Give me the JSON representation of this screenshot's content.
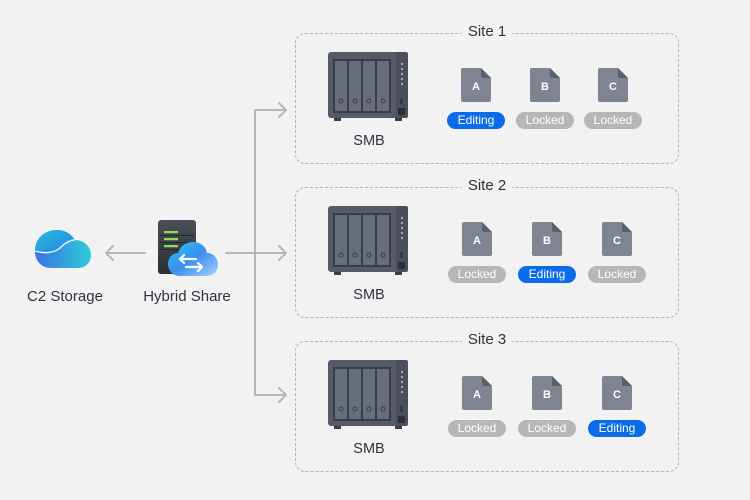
{
  "colors": {
    "background": "#f2f2f2",
    "connector": "#b7b7b7",
    "site_border": "#b3b3b3",
    "editing": "#0a6ce8",
    "locked": "#b7b7b7",
    "file_icon": "#7e8590",
    "nas_body": "#525863"
  },
  "nodes": {
    "c2_storage": {
      "label": "C2 Storage",
      "icon": "cloud-storage-icon"
    },
    "hybrid_share": {
      "label": "Hybrid Share",
      "icon": "hybrid-share-server-icon"
    }
  },
  "sites": [
    {
      "title": "Site 1",
      "server_label": "SMB",
      "files": [
        {
          "letter": "A",
          "status": "Editing",
          "state": "editing"
        },
        {
          "letter": "B",
          "status": "Locked",
          "state": "locked"
        },
        {
          "letter": "C",
          "status": "Locked",
          "state": "locked"
        }
      ]
    },
    {
      "title": "Site 2",
      "server_label": "SMB",
      "files": [
        {
          "letter": "A",
          "status": "Locked",
          "state": "locked"
        },
        {
          "letter": "B",
          "status": "Editing",
          "state": "editing"
        },
        {
          "letter": "C",
          "status": "Locked",
          "state": "locked"
        }
      ]
    },
    {
      "title": "Site 3",
      "server_label": "SMB",
      "files": [
        {
          "letter": "A",
          "status": "Locked",
          "state": "locked"
        },
        {
          "letter": "B",
          "status": "Locked",
          "state": "locked"
        },
        {
          "letter": "C",
          "status": "Editing",
          "state": "editing"
        }
      ]
    }
  ]
}
